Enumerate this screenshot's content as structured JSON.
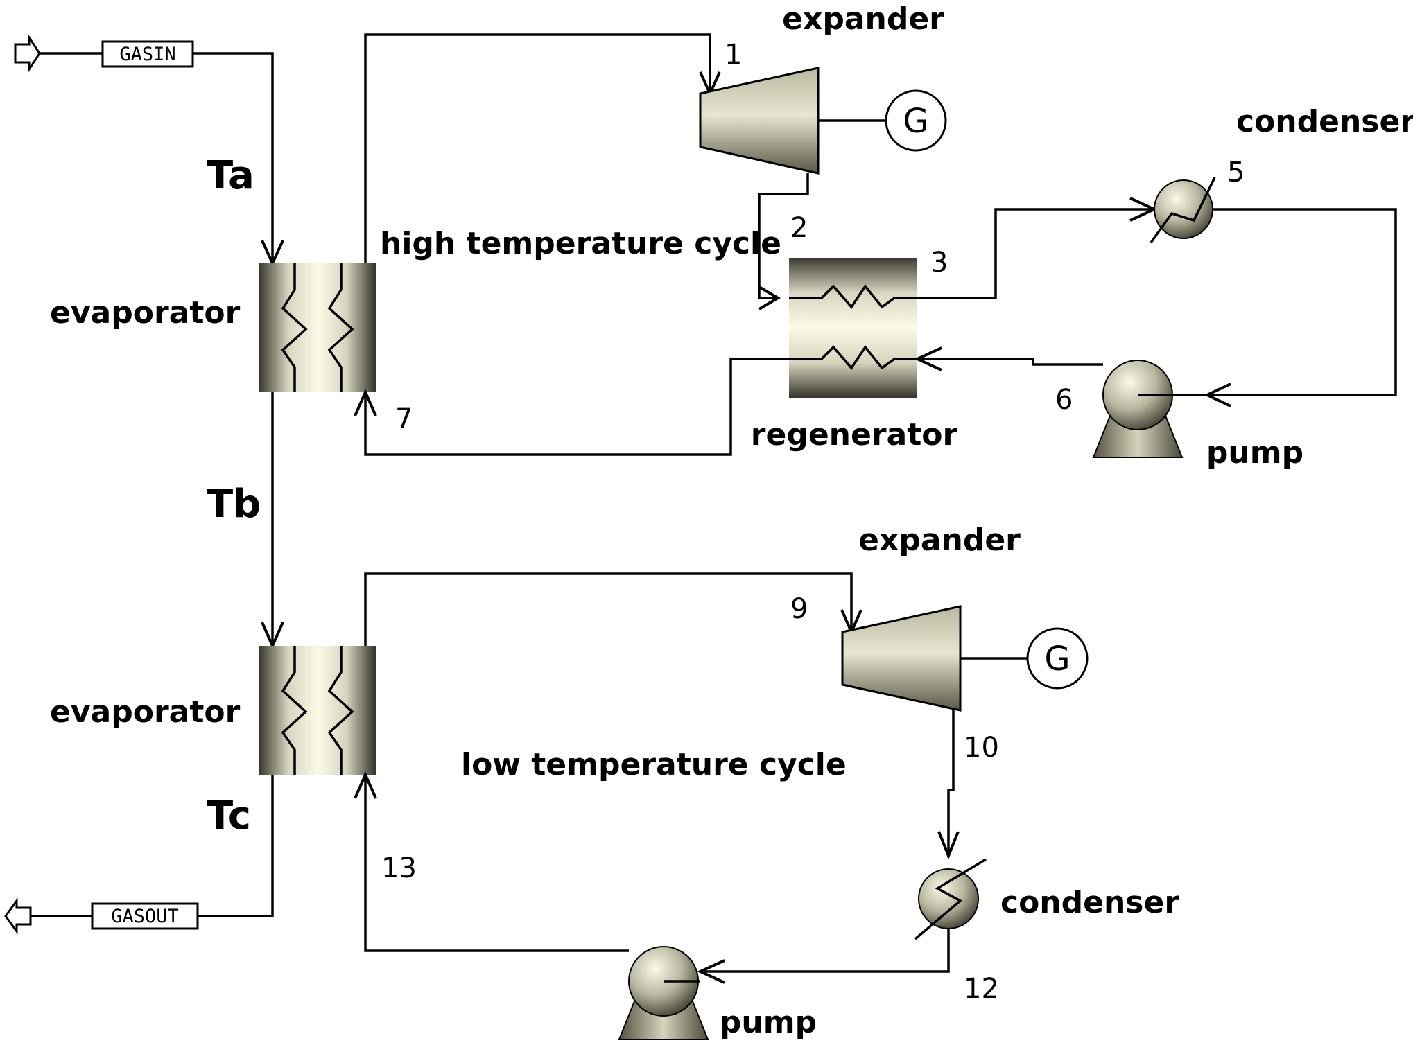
{
  "labels": {
    "gas_in": "GASIN",
    "gas_out": "GASOUT",
    "ta": "Ta",
    "tb": "Tb",
    "tc": "Tc",
    "evaporator_top": "evaporator",
    "evaporator_bottom": "evaporator",
    "high_cycle": "high temperature cycle",
    "low_cycle": "low temperature cycle",
    "expander_top": "expander",
    "expander_bottom": "expander",
    "generator_top": "G",
    "generator_bottom": "G",
    "condenser_top": "condenser",
    "condenser_bottom": "condenser",
    "regenerator": "regenerator",
    "pump_top": "pump",
    "pump_bottom": "pump"
  },
  "streams": {
    "s1": "1",
    "s2": "2",
    "s3": "3",
    "s5": "5",
    "s6": "6",
    "s7": "7",
    "s9": "9",
    "s10": "10",
    "s12": "12",
    "s13": "13"
  }
}
